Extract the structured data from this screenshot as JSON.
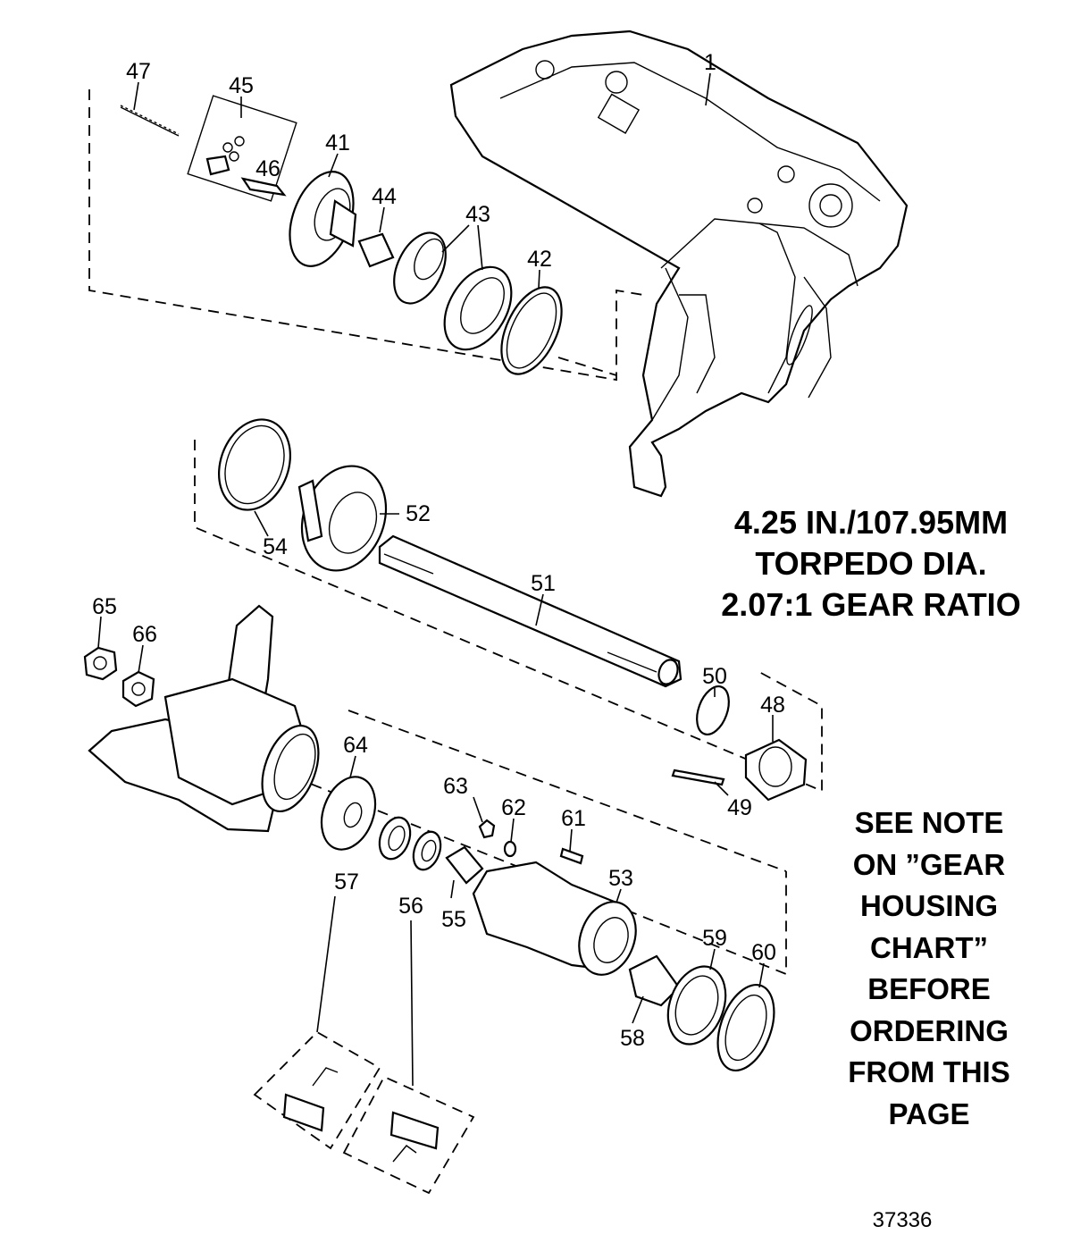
{
  "callouts": {
    "c1": "1",
    "c41": "41",
    "c42": "42",
    "c43": "43",
    "c44": "44",
    "c45": "45",
    "c46": "46",
    "c47": "47",
    "c48": "48",
    "c49": "49",
    "c50": "50",
    "c51": "51",
    "c52": "52",
    "c53": "53",
    "c54": "54",
    "c55": "55",
    "c56": "56",
    "c57": "57",
    "c58": "58",
    "c59": "59",
    "c60": "60",
    "c61": "61",
    "c62": "62",
    "c63": "63",
    "c64": "64",
    "c65": "65",
    "c66": "66"
  },
  "spec": {
    "line1": "4.25 IN./107.95MM",
    "line2": "TORPEDO DIA.",
    "line3": "2.07:1 GEAR RATIO"
  },
  "note": {
    "line1": "SEE NOTE",
    "line2": "ON ”GEAR",
    "line3": "HOUSING",
    "line4": "CHART”",
    "line5": "BEFORE",
    "line6": "ORDERING",
    "line7": "FROM THIS",
    "line8": "PAGE"
  },
  "figure_number": "37336"
}
